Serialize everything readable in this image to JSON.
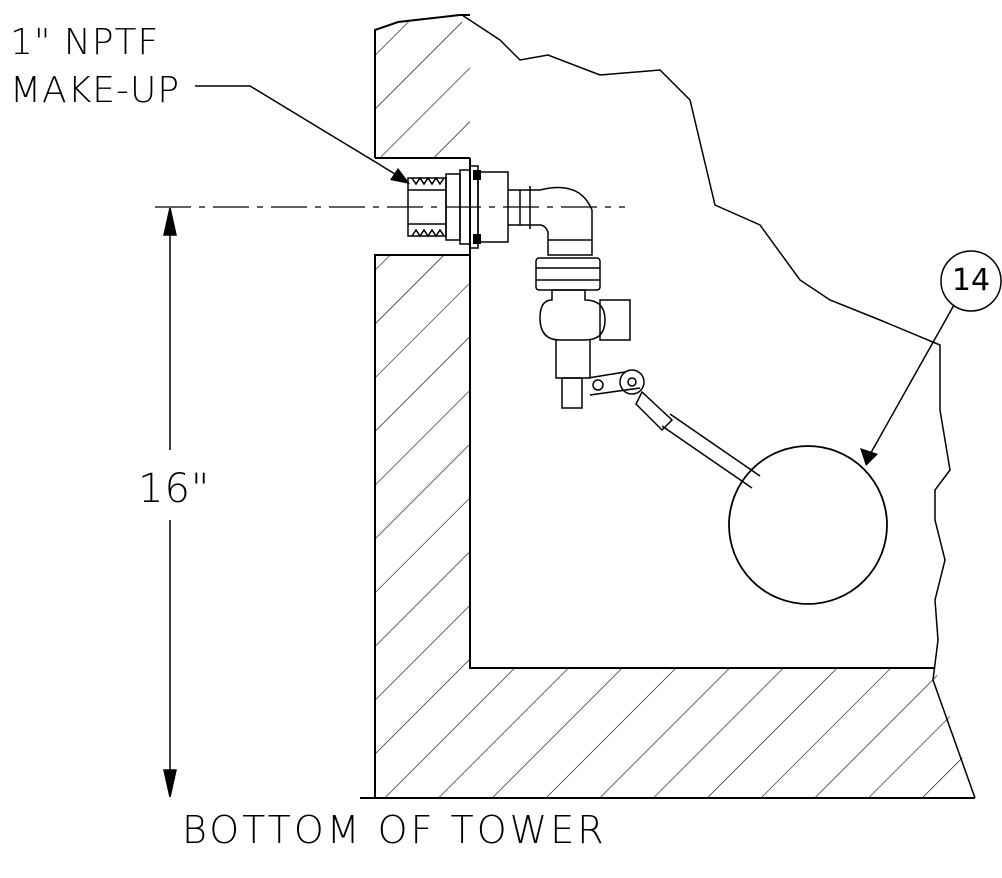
{
  "labels": {
    "makeup_line1": "1\" NPTF",
    "makeup_line2": "MAKE-UP",
    "dimension": "16\"",
    "bottom": "BOTTOM  OF  TOWER",
    "callout": "14"
  },
  "colors": {
    "line": "#000000",
    "background": "#ffffff"
  }
}
